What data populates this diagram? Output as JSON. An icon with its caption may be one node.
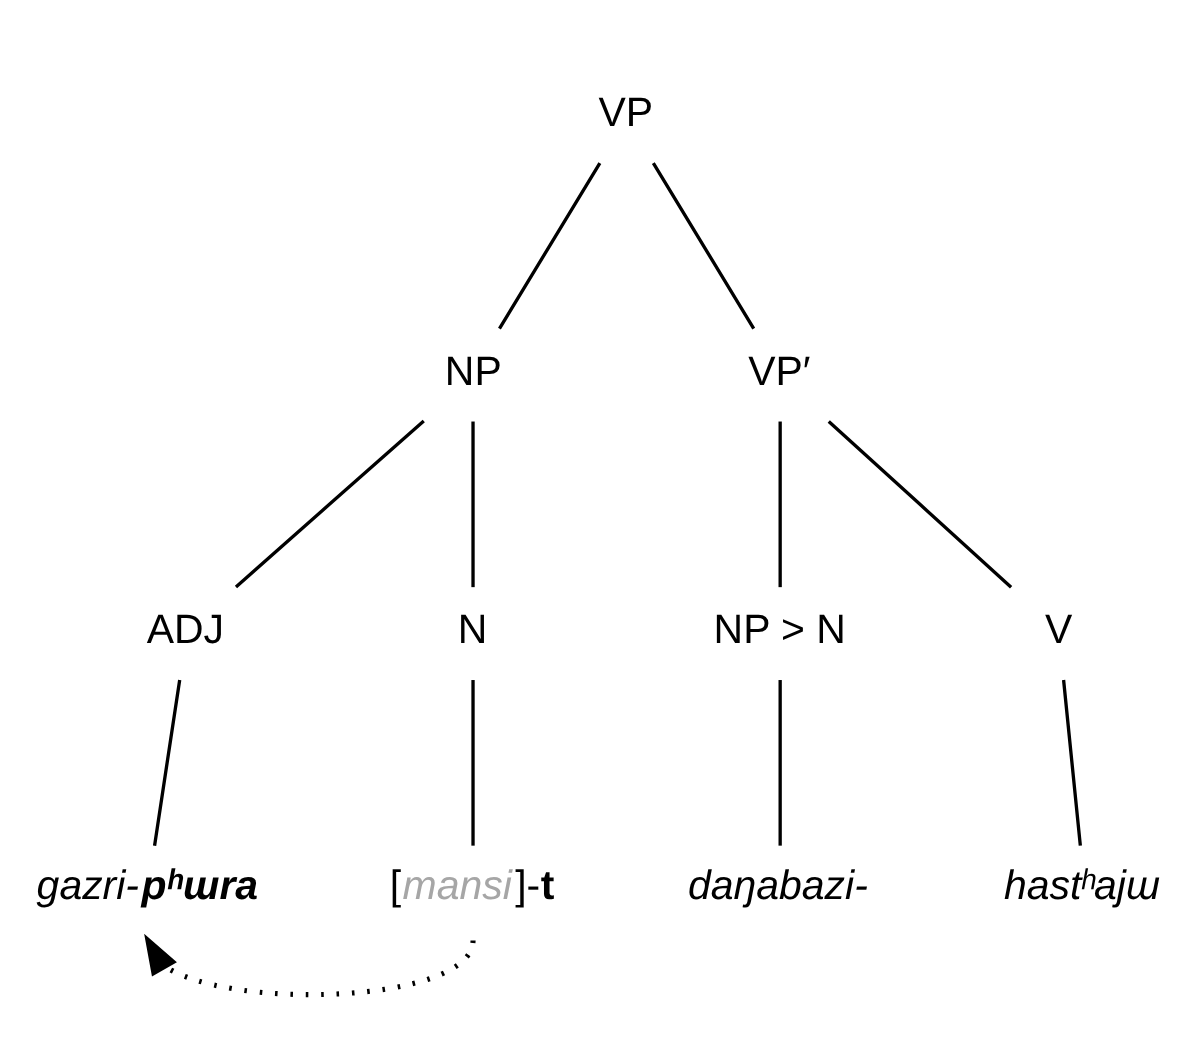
{
  "diagram": {
    "nodes": [
      {
        "text": [
          "VP"
        ]
      },
      {
        "text": [
          "NP"
        ]
      },
      {
        "text": [
          "VP′"
        ]
      },
      {
        "text": [
          "ADJ"
        ]
      },
      {
        "text": [
          "N"
        ]
      },
      {
        "text": [
          "NP > N"
        ]
      },
      {
        "text": [
          "V"
        ]
      },
      {
        "text": [
          "gazri-**pʰɯra**"
        ]
      },
      {
        "text": [
          "[*mansi*]-**t**"
        ]
      },
      {
        "text": [
          "daŋabazi-"
        ]
      },
      {
        "text": [
          "hastʰajɯ"
        ]
      }
    ],
    "edges": [
      {
        "from": 0,
        "to": 1,
        "arrow": "none"
      },
      {
        "from": 0,
        "to": 2,
        "arrow": "none"
      },
      {
        "from": 1,
        "to": 3,
        "arrow": "none"
      },
      {
        "from": 1,
        "to": 4,
        "arrow": "none"
      },
      {
        "from": 2,
        "to": 5,
        "arrow": "none"
      },
      {
        "from": 2,
        "to": 6,
        "arrow": "none"
      },
      {
        "from": 3,
        "to": 7,
        "arrow": "none"
      },
      {
        "from": 4,
        "to": 8,
        "arrow": "none"
      },
      {
        "from": 5,
        "to": 9,
        "arrow": "none"
      },
      {
        "from": 6,
        "to": 10,
        "arrow": "none"
      },
      {
        "from": 8,
        "to": 7,
        "arrow": "to",
        "style": "dashed"
      }
    ]
  }
}
